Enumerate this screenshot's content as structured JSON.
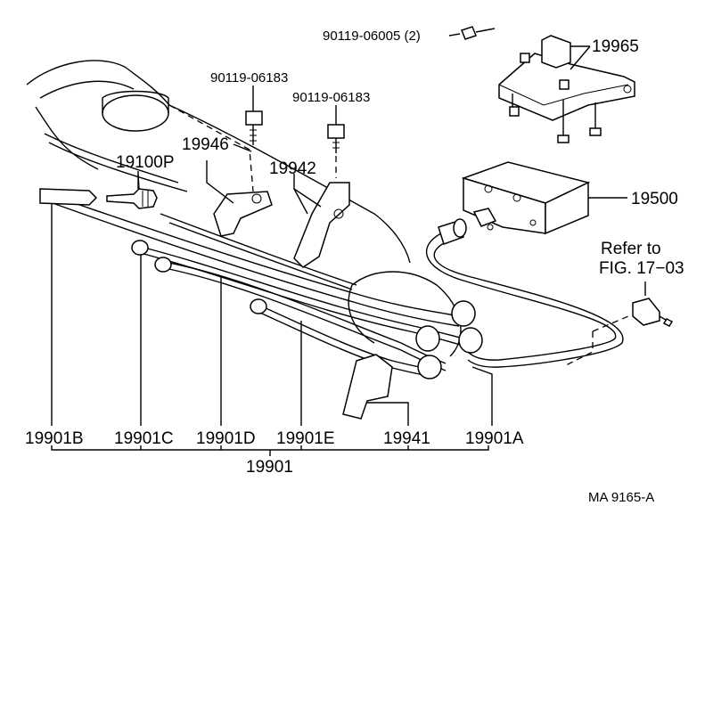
{
  "labels": {
    "bolt_top": "90119-06005 (2)",
    "bracket": "19965",
    "bolt_left": "90119-06183",
    "bolt_right": "90119-06183",
    "clamp_left": "19946",
    "clamp_right": "19942",
    "plug": "19100P",
    "coil": "19500",
    "refer_line1": "Refer to",
    "refer_line2": "FIG. 17−03",
    "wire_b": "19901B",
    "wire_c": "19901C",
    "wire_d": "19901D",
    "wire_e": "19901E",
    "clamp_lower": "19941",
    "wire_a": "19901A",
    "wire_set": "19901",
    "drawing_code": "MA 9165-A"
  }
}
